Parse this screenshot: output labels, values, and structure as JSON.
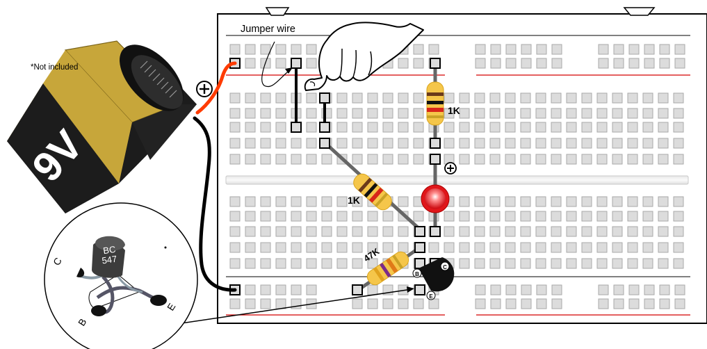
{
  "labels": {
    "note": "*Not included",
    "jumper_wire": "Jumper wire",
    "battery": "9V",
    "resistor_top": "1K",
    "resistor_mid": "1K",
    "resistor_base": "47K",
    "transistor_line1": "BC",
    "transistor_line2": "547",
    "pin_c": "C",
    "pin_b": "B",
    "pin_e": "E",
    "pin_c_small": "C",
    "pin_b_small": "B",
    "pin_e_small": "E",
    "plus_battery": "+",
    "plus_led": "+"
  },
  "colors": {
    "battery_yellow": "#c7a63a",
    "battery_black": "#1c1c1c",
    "wire_red": "#ff3b00",
    "rail_red": "#d40000",
    "resistor_body": "#f5c64a",
    "led_red": "#e0161a",
    "hole_fill": "#dcdcdc",
    "hole_border": "#a9a9a9"
  },
  "icons": {
    "pointing_hand": "hand-pointer-icon",
    "battery": "9v-battery-icon",
    "transistor": "npn-transistor-icon"
  }
}
